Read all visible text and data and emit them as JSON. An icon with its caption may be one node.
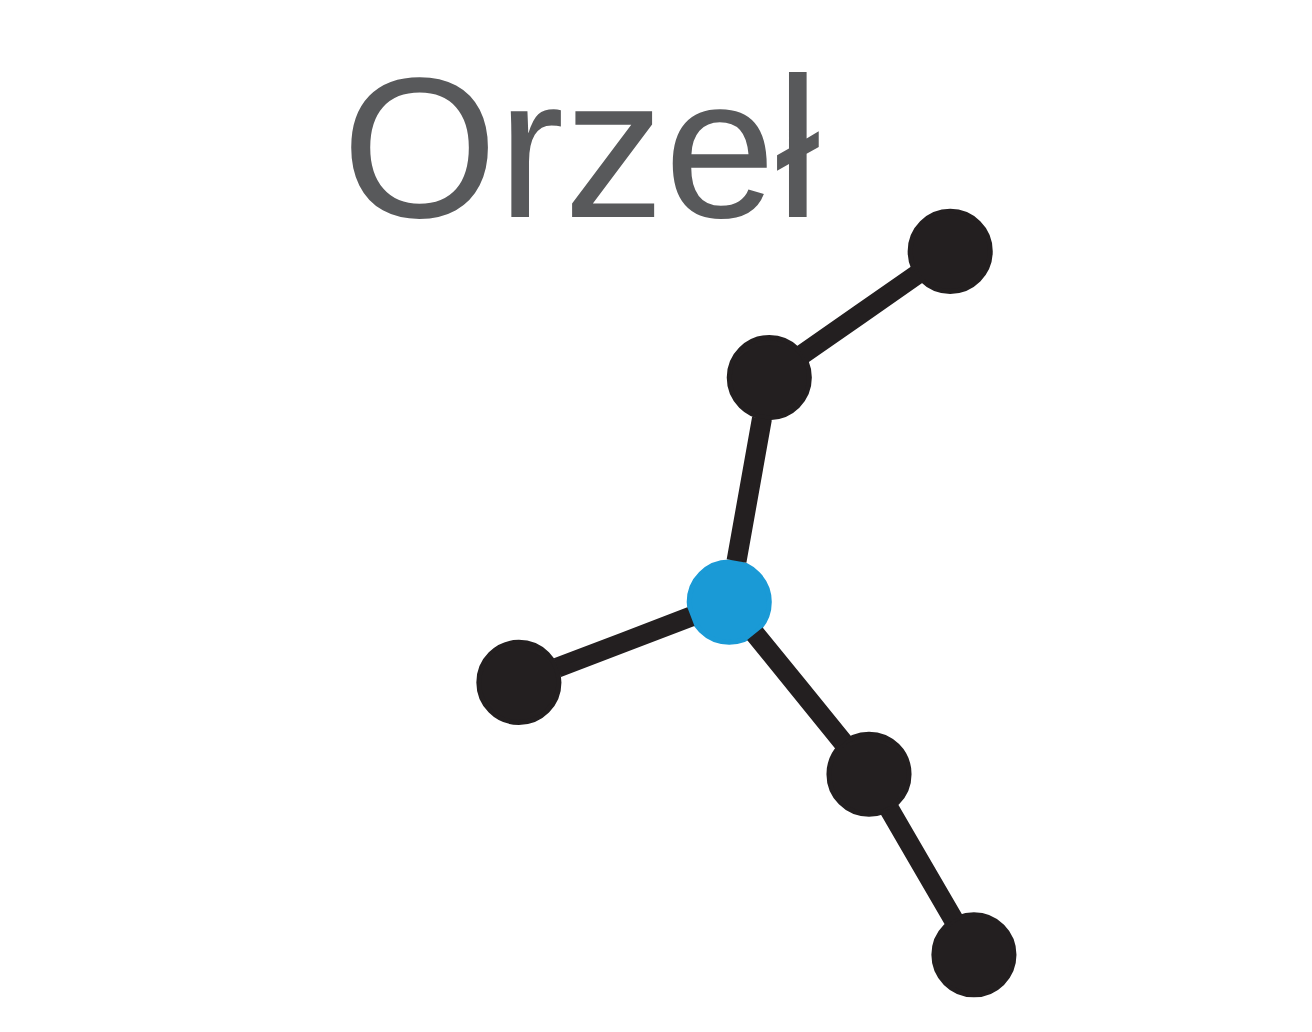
{
  "diagram": {
    "nodes": [
      {
        "text": [],
        "shape": "circle"
      },
      {
        "text": [],
        "shape": "circle"
      },
      {
        "text": [],
        "shape": "circle"
      },
      {
        "text": [],
        "shape": "circle"
      },
      {
        "text": [],
        "shape": "circle"
      },
      {
        "text": [],
        "shape": "circle"
      }
    ],
    "edges": [
      {
        "from": 0,
        "to": 1,
        "arrow": "none"
      },
      {
        "from": 1,
        "to": 2,
        "arrow": "none"
      },
      {
        "from": 2,
        "to": 5,
        "arrow": "none"
      },
      {
        "from": 1,
        "to": 3,
        "arrow": "none"
      },
      {
        "from": 3,
        "to": 4,
        "arrow": "none"
      }
    ],
    "labels": [
      "Orzeł"
    ]
  }
}
